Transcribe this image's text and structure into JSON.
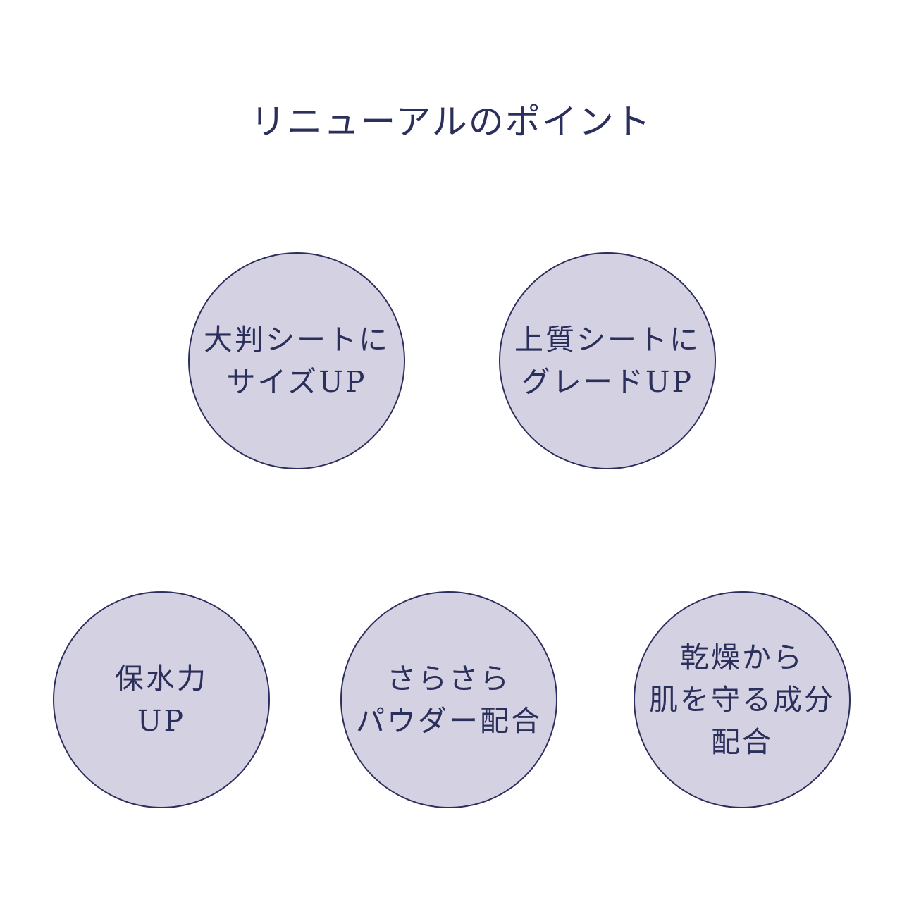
{
  "title": "リニューアルのポイント",
  "colors": {
    "circle_fill": "#d4d2e2",
    "circle_border": "#2c2f5e",
    "text": "#2b2f5b",
    "background": "#ffffff"
  },
  "points": [
    {
      "lines": [
        "大判シートに",
        "サイズUP"
      ]
    },
    {
      "lines": [
        "上質シートに",
        "グレードUP"
      ]
    },
    {
      "lines": [
        "保水力",
        "UP"
      ]
    },
    {
      "lines": [
        "さらさら",
        "パウダー配合"
      ]
    },
    {
      "lines": [
        "乾燥から",
        "肌を守る成分",
        "配合"
      ]
    }
  ]
}
